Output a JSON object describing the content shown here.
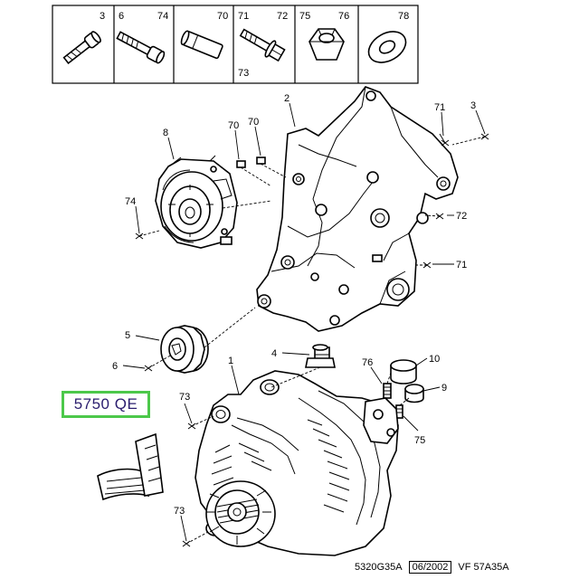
{
  "tray": {
    "cells": [
      {
        "labels": [
          "3"
        ]
      },
      {
        "labels": [
          "6",
          "74"
        ]
      },
      {
        "labels": [
          "70"
        ]
      },
      {
        "labels": [
          "71",
          "72",
          "73"
        ]
      },
      {
        "labels": [
          "75",
          "76"
        ]
      },
      {
        "labels": [
          "78"
        ]
      }
    ]
  },
  "callouts": {
    "c1": "1",
    "c2": "2",
    "c3": "3",
    "c4": "4",
    "c5": "5",
    "c6": "6",
    "c8": "8",
    "c9": "9",
    "c10": "10",
    "c70a": "70",
    "c70b": "70",
    "c71a": "71",
    "c71b": "71",
    "c72": "72",
    "c73a": "73",
    "c73b": "73",
    "c74": "74",
    "c75": "75",
    "c76": "76"
  },
  "highlight": {
    "text": "5750 QE",
    "color": "#4cc84a"
  },
  "footer": {
    "code": "5320G35A",
    "date": "06/2002",
    "ref": "VF 57A35A"
  }
}
